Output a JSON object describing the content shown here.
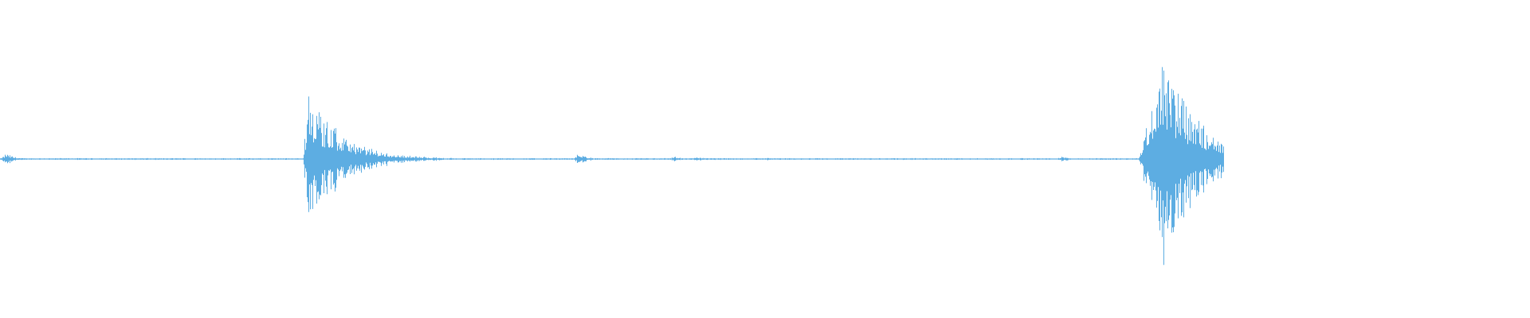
{
  "waveform": {
    "color": "#5dade2",
    "duration_fraction_end": 0.8,
    "bursts": [
      {
        "start": 0.0,
        "peak": 0.004,
        "amp": 0.045
      },
      {
        "start": 0.198,
        "peak": 0.201,
        "amp": 0.48
      },
      {
        "start": 0.375,
        "peak": 0.378,
        "amp": 0.05
      },
      {
        "start": 0.438,
        "peak": 0.44,
        "amp": 0.02
      },
      {
        "start": 0.452,
        "peak": 0.454,
        "amp": 0.02
      },
      {
        "start": 0.5,
        "peak": 0.501,
        "amp": 0.015
      },
      {
        "start": 0.69,
        "peak": 0.694,
        "amp": 0.02
      },
      {
        "start": 0.744,
        "peak": 0.76,
        "amp": 0.78
      }
    ]
  }
}
